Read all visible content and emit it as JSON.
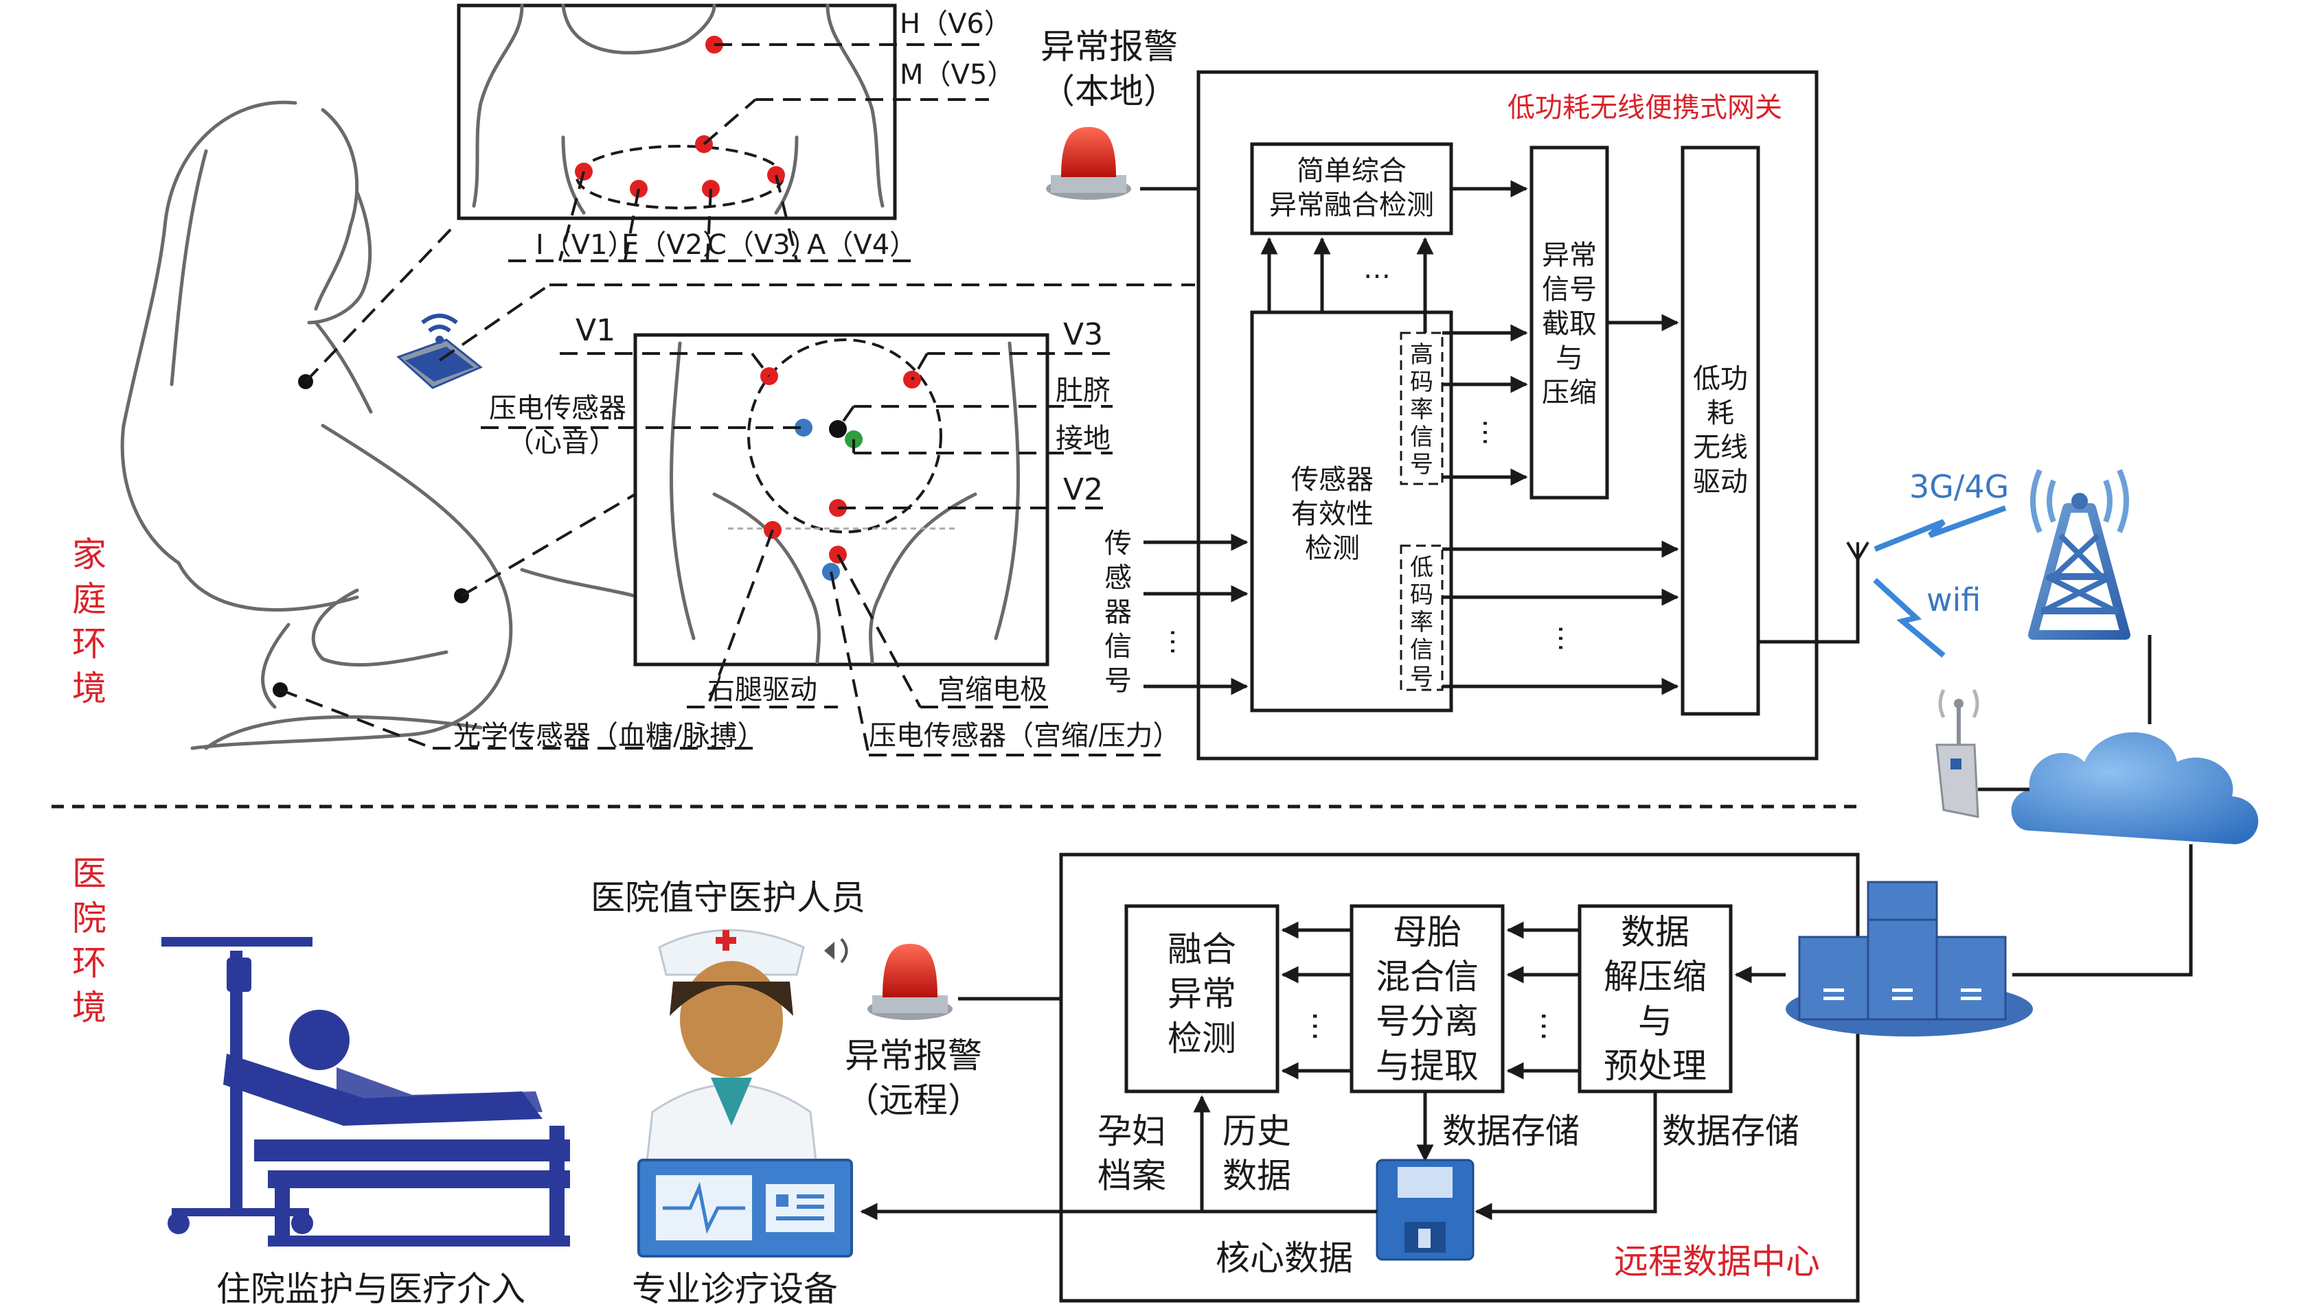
{
  "home": {
    "env_label": [
      "家",
      "庭",
      "环",
      "境"
    ],
    "chest_labels": {
      "h": "H（V6）",
      "m": "M（V5）",
      "i": "I（V1）",
      "e": "E（V2）",
      "c": "C（V3）",
      "a": "A（V4）"
    },
    "abdomen_labels": {
      "v1": "V1",
      "v3": "V3",
      "v2": "V2",
      "navel": "肚脐",
      "ground": "接地",
      "piezo_heart_1": "压电传感器",
      "piezo_heart_2": "（心音）",
      "right_leg": "右腿驱动",
      "uterine_electrode": "宫缩电极",
      "optical": "光学传感器（血糖/脉搏）",
      "piezo_contraction": "压电传感器（宫缩/压力）"
    },
    "alarm_local_1": "异常报警",
    "alarm_local_2": "（本地）",
    "gateway_title": "低功耗无线便携式网关",
    "simple_fusion_1": "简单综合",
    "simple_fusion_2": "异常融合检测",
    "sensor_valid": [
      "传感器",
      "有效性",
      "检测"
    ],
    "high_rate": [
      "高",
      "码",
      "率",
      "信",
      "号"
    ],
    "low_rate": [
      "低",
      "码",
      "率",
      "信",
      "号"
    ],
    "abnormal_capture": [
      "异常",
      "信号",
      "截取",
      "与",
      "压缩"
    ],
    "low_power_drive": [
      "低功",
      "耗",
      "无线",
      "驱动"
    ],
    "sensor_signal": [
      "传",
      "感",
      "器",
      "信",
      "号"
    ],
    "ellipsis": "…",
    "network_3g4g": "3G/4G",
    "wifi": "wifi"
  },
  "hospital": {
    "env_label": [
      "医",
      "院",
      "环",
      "境"
    ],
    "staff": "医院值守医护人员",
    "alarm_remote_1": "异常报警",
    "alarm_remote_2": "（远程）",
    "fusion": [
      "融合",
      "异常",
      "检测"
    ],
    "separation": [
      "母胎",
      "混合信",
      "号分离",
      "与提取"
    ],
    "decompress": [
      "数据",
      "解压缩",
      "与",
      "预处理"
    ],
    "storage_1": "数据存储",
    "storage_2": "数据存储",
    "archive": [
      "孕妇",
      "档案"
    ],
    "history": [
      "历史",
      "数据"
    ],
    "core_data": "核心数据",
    "data_center": "远程数据中心",
    "inpatient": "住院监护与医疗介入",
    "device": "专业诊疗设备"
  },
  "colors": {
    "accent_red": "#d9232a",
    "electrode_red": "#e02020",
    "electrode_blue": "#3a78c2",
    "electrode_green": "#2e9e3e",
    "icon_blue": "#2b4fa0",
    "cloud_blue": "#3d7fce"
  }
}
